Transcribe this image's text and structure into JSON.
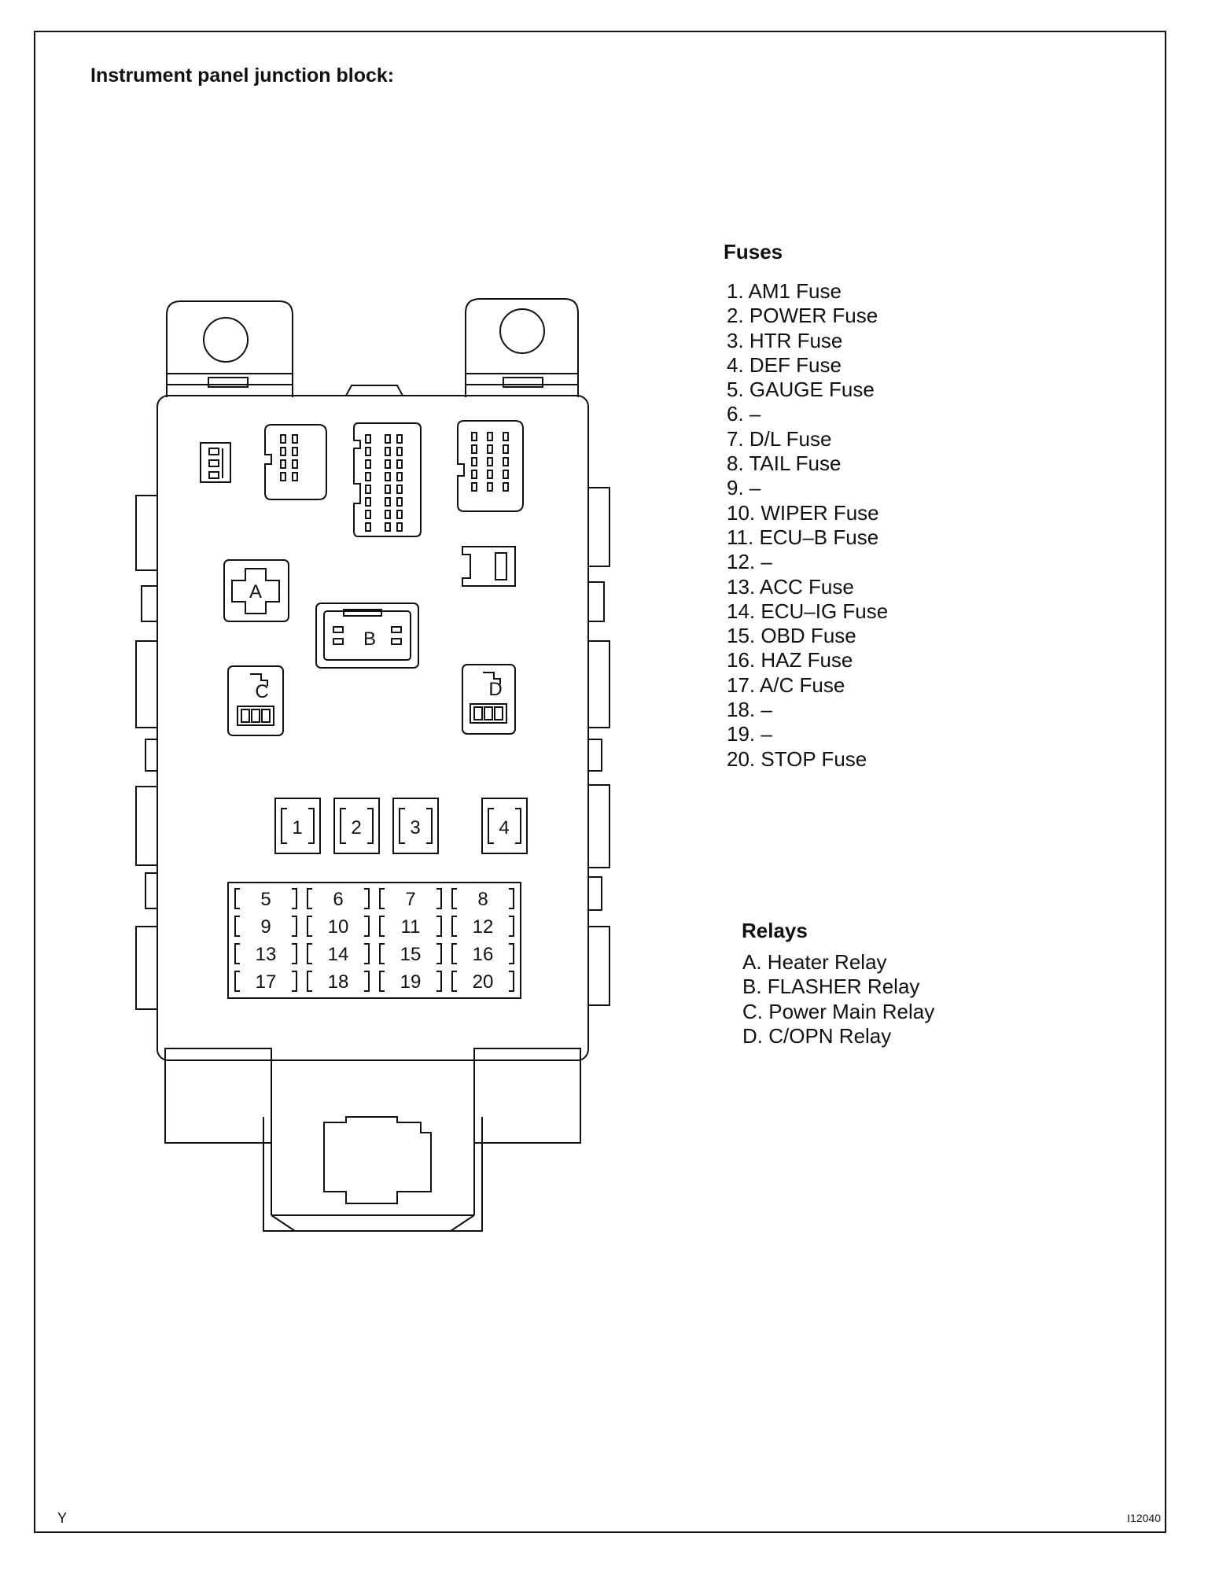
{
  "title": "Instrument panel junction block:",
  "fuses": {
    "heading": "Fuses",
    "items": [
      "1. AM1 Fuse",
      "2. POWER Fuse",
      "3. HTR Fuse",
      "4. DEF Fuse",
      "5. GAUGE Fuse",
      "6. –",
      "7. D/L Fuse",
      "8. TAIL Fuse",
      "9. –",
      "10. WIPER Fuse",
      "11. ECU–B Fuse",
      "12. –",
      "13. ACC Fuse",
      "14. ECU–IG Fuse",
      "15. OBD Fuse",
      "16. HAZ Fuse",
      "17. A/C Fuse",
      "18. –",
      "19. –",
      "20. STOP Fuse"
    ]
  },
  "relays": {
    "heading": "Relays",
    "items": [
      "A. Heater Relay",
      "B. FLASHER Relay",
      "C. Power Main Relay",
      "D. C/OPN Relay"
    ]
  },
  "diagram": {
    "relay_labels": [
      "A",
      "B",
      "C",
      "D"
    ],
    "large_fuse_labels": [
      "1",
      "2",
      "3",
      "4"
    ],
    "small_fuse_labels": [
      "5",
      "6",
      "7",
      "8",
      "9",
      "10",
      "11",
      "12",
      "13",
      "14",
      "15",
      "16",
      "17",
      "18",
      "19",
      "20"
    ]
  },
  "corner_left": "Y",
  "corner_right": "I12040"
}
